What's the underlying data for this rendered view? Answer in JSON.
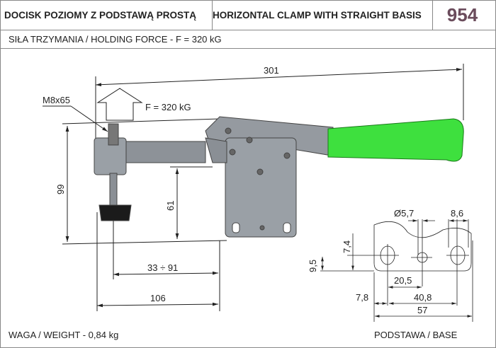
{
  "header": {
    "title_pl": "DOCISK POZIOMY Z PODSTAWĄ PROSTĄ",
    "title_en": "HORIZONTAL CLAMP WITH STRAIGHT BASIS",
    "model_number": "954"
  },
  "subheader": {
    "holding_force": "SIŁA TRZYMANIA / HOLDING FORCE - F = 320 kG"
  },
  "drawing": {
    "overall_length": "301",
    "force_label": "F = 320 kG",
    "screw_label": "M8x65",
    "height_total": "99",
    "height_arm": "61",
    "reach_range": "33 ÷ 91",
    "base_length": "106"
  },
  "base_detail": {
    "hole_diameter": "Ø5,7",
    "slot_width": "8,6",
    "dim_7_4": "7,4",
    "dim_9_5": "9,5",
    "dim_20_5": "20,5",
    "dim_7_8": "7,8",
    "dim_40_8": "40,8",
    "dim_57": "57",
    "label": "PODSTAWA / BASE"
  },
  "footer": {
    "weight": "WAGA / WEIGHT - 0,84 kg"
  },
  "colors": {
    "handle": "#3ee03e",
    "body": "#8a8f95",
    "model_number": "#6b4c5c"
  }
}
